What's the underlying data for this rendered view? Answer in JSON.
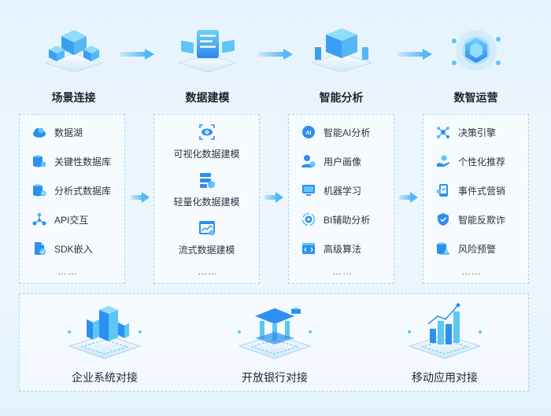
{
  "stages": [
    {
      "title": "场景连接",
      "icon": "server-cluster-icon"
    },
    {
      "title": "数据建模",
      "icon": "data-model-screen-icon"
    },
    {
      "title": "智能分析",
      "icon": "analysis-platform-icon"
    },
    {
      "title": "数智运营",
      "icon": "hexagon-core-icon"
    }
  ],
  "col1": {
    "items": [
      {
        "label": "数据湖",
        "icon": "cloud-database-icon"
      },
      {
        "label": "关键性数据库",
        "icon": "locked-database-icon"
      },
      {
        "label": "分析式数据库",
        "icon": "gear-database-icon"
      },
      {
        "label": "API交互",
        "icon": "network-nodes-icon"
      },
      {
        "label": "SDK嵌入",
        "icon": "document-check-icon"
      }
    ],
    "more": "……"
  },
  "col2": {
    "items": [
      {
        "label": "可视化数据建模",
        "icon": "eye-frame-icon"
      },
      {
        "label": "轻量化数据建模",
        "icon": "server-shield-icon"
      },
      {
        "label": "流式数据建模",
        "icon": "chart-window-icon"
      }
    ],
    "more": "……"
  },
  "col3": {
    "items": [
      {
        "label": "智能AI分析",
        "icon": "ai-chip-icon"
      },
      {
        "label": "用户画像",
        "icon": "user-profile-icon"
      },
      {
        "label": "机器学习",
        "icon": "monitor-icon"
      },
      {
        "label": "BI辅助分析",
        "icon": "gear-cycle-icon"
      },
      {
        "label": "高级算法",
        "icon": "code-window-icon"
      }
    ],
    "more": "……"
  },
  "col4": {
    "items": [
      {
        "label": "决策引擎",
        "icon": "decision-nodes-icon"
      },
      {
        "label": "个性化推荐",
        "icon": "hand-recommend-icon"
      },
      {
        "label": "事件式营销",
        "icon": "event-phone-icon"
      },
      {
        "label": "智能反欺诈",
        "icon": "shield-check-icon"
      },
      {
        "label": "风险预警",
        "icon": "warning-database-icon"
      }
    ],
    "more": "……"
  },
  "bottom": [
    {
      "label": "企业系统对接",
      "icon": "enterprise-servers-icon"
    },
    {
      "label": "开放银行对接",
      "icon": "bank-building-icon"
    },
    {
      "label": "移动应用对接",
      "icon": "mobile-bars-icon"
    }
  ],
  "colors": {
    "accent": "#2d8ff0",
    "light": "#5cc6f6",
    "border": "#a9d3f2"
  }
}
